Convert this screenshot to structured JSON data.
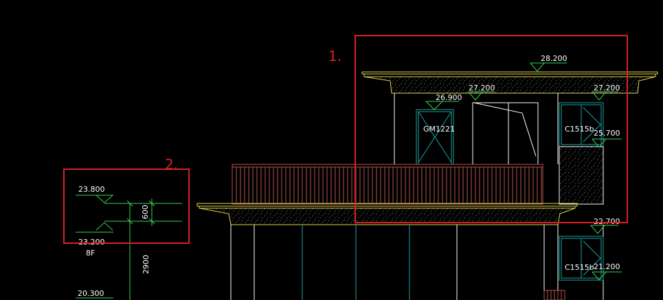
{
  "drawing": {
    "background": "#000000",
    "colors": {
      "markup": "#e02020",
      "slab_edge": "#e6d84a",
      "hatch": "#d8d8d8",
      "dim": "#39d353",
      "wall": "#ffffff",
      "window": "#1ea5a5",
      "railing": "#b5574b",
      "text": "#ffffff"
    }
  },
  "annotations": {
    "box1_label": "1.",
    "box2_label": "2."
  },
  "elevations": {
    "e28200": "28.200",
    "e27200_left": "27.200",
    "e27200_right": "27.200",
    "e26900": "26.900",
    "e25700": "25.700",
    "e23800": "23.800",
    "e23200": "23.200",
    "e22700": "22.700",
    "e21200": "21.200",
    "e20300": "20.300"
  },
  "labels": {
    "door_gm": "GM1221",
    "window_upper": "C1515b",
    "window_lower": "C1515b",
    "floor": "8F"
  },
  "dimensions": {
    "d600": "600",
    "d2900": "2900"
  }
}
